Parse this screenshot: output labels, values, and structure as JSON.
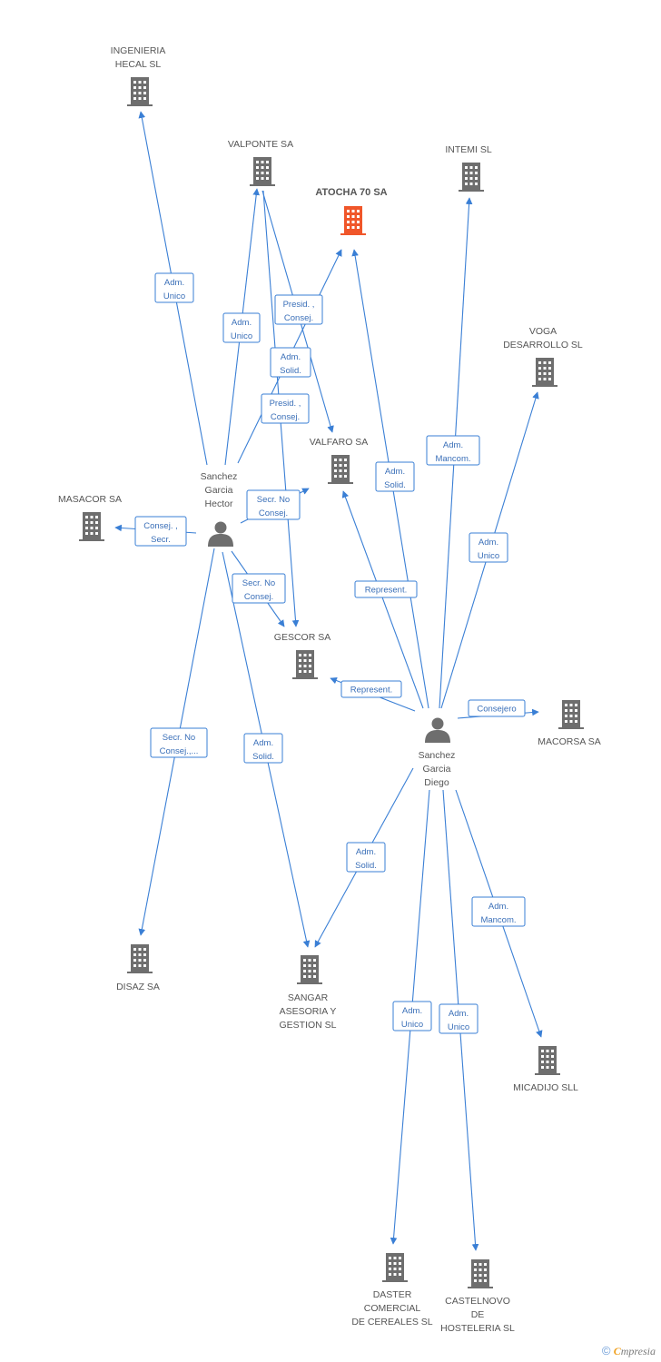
{
  "colors": {
    "edge": "#3a7fd5",
    "edge_text": "#3a6fb8",
    "building": "#6e6e6e",
    "building_main": "#f0562a",
    "person": "#6e6e6e",
    "label": "#555555"
  },
  "nodes": [
    {
      "id": "ingenieria",
      "type": "company",
      "lines": [
        "INGENIERIA",
        "HECAL SL"
      ]
    },
    {
      "id": "valponte",
      "type": "company",
      "lines": [
        "VALPONTE SA"
      ]
    },
    {
      "id": "atocha",
      "type": "company",
      "main": true,
      "lines": [
        "ATOCHA 70 SA"
      ]
    },
    {
      "id": "intemi",
      "type": "company",
      "lines": [
        "INTEMI SL"
      ]
    },
    {
      "id": "voga",
      "type": "company",
      "lines": [
        "VOGA",
        "DESARROLLO SL"
      ]
    },
    {
      "id": "valfaro",
      "type": "company",
      "lines": [
        "VALFARO SA"
      ]
    },
    {
      "id": "masacor",
      "type": "company",
      "lines": [
        "MASACOR SA"
      ]
    },
    {
      "id": "hector",
      "type": "person",
      "lines": [
        "Sanchez",
        "Garcia",
        "Hector"
      ]
    },
    {
      "id": "gescor",
      "type": "company",
      "lines": [
        "GESCOR SA"
      ]
    },
    {
      "id": "macorsa",
      "type": "company",
      "lines": [
        "MACORSA SA"
      ]
    },
    {
      "id": "diego",
      "type": "person",
      "lines": [
        "Sanchez",
        "Garcia",
        "Diego"
      ]
    },
    {
      "id": "disaz",
      "type": "company",
      "lines": [
        "DISAZ SA"
      ]
    },
    {
      "id": "sangar",
      "type": "company",
      "lines": [
        "SANGAR",
        "ASESORIA Y",
        "GESTION SL"
      ]
    },
    {
      "id": "micadijo",
      "type": "company",
      "lines": [
        "MICADIJO SLL"
      ]
    },
    {
      "id": "daster",
      "type": "company",
      "lines": [
        "DASTER",
        "COMERCIAL",
        "DE CEREALES SL"
      ]
    },
    {
      "id": "castelnovo",
      "type": "company",
      "lines": [
        "CASTELNOVO",
        "DE",
        "HOSTELERIA SL"
      ]
    }
  ],
  "edges": [
    {
      "from": "hector",
      "to": "ingenieria",
      "label": [
        "Adm.",
        "Unico"
      ]
    },
    {
      "from": "hector",
      "to": "valponte",
      "label": [
        "Adm.",
        "Unico"
      ]
    },
    {
      "from": "valponte",
      "to": "valfaro",
      "label": [
        "Adm.",
        "Solid."
      ]
    },
    {
      "from": "hector",
      "to": "atocha",
      "label": [
        "Presid. ,",
        "Consej."
      ]
    },
    {
      "from": "valponte",
      "to": "gescor",
      "label": [
        "Presid. ,",
        "Consej."
      ]
    },
    {
      "from": "hector",
      "to": "valfaro",
      "label": [
        "Secr.  No",
        "Consej."
      ]
    },
    {
      "from": "hector",
      "to": "masacor",
      "label": [
        "Consej. ,",
        "Secr."
      ]
    },
    {
      "from": "hector",
      "to": "gescor",
      "label": [
        "Secr.  No",
        "Consej."
      ]
    },
    {
      "from": "hector",
      "to": "disaz",
      "label": [
        "Secr.  No",
        "Consej.,..."
      ]
    },
    {
      "from": "hector",
      "to": "sangar",
      "label": [
        "Adm.",
        "Solid."
      ]
    },
    {
      "from": "diego",
      "to": "atocha",
      "label": [
        "Adm.",
        "Solid."
      ]
    },
    {
      "from": "diego",
      "to": "intemi",
      "label": [
        "Adm.",
        "Mancom."
      ]
    },
    {
      "from": "diego",
      "to": "voga",
      "label": [
        "Adm.",
        "Unico"
      ]
    },
    {
      "from": "diego",
      "to": "valfaro",
      "label": [
        "Represent."
      ]
    },
    {
      "from": "diego",
      "to": "gescor",
      "label": [
        "Represent."
      ]
    },
    {
      "from": "diego",
      "to": "macorsa",
      "label": [
        "Consejero"
      ]
    },
    {
      "from": "diego",
      "to": "sangar",
      "label": [
        "Adm.",
        "Solid."
      ]
    },
    {
      "from": "diego",
      "to": "micadijo",
      "label": [
        "Adm.",
        "Mancom."
      ]
    },
    {
      "from": "diego",
      "to": "daster",
      "label": [
        "Adm.",
        "Unico"
      ]
    },
    {
      "from": "diego",
      "to": "castelnovo",
      "label": [
        "Adm.",
        "Unico"
      ]
    }
  ],
  "footer": {
    "copyright": "©",
    "brand_initial": "C",
    "brand_rest": "mpresia"
  }
}
